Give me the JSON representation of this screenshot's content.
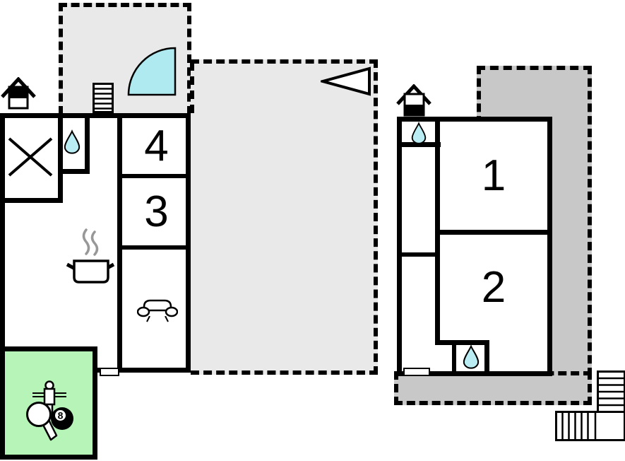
{
  "plan": {
    "left_building": {
      "room_4_label": "4",
      "room_3_label": "3"
    },
    "right_building": {
      "room_1_label": "1",
      "room_2_label": "2"
    },
    "game_room": {
      "ball_label": "8"
    }
  },
  "colors": {
    "wall": "#000000",
    "terrace_light": "#e9e9e9",
    "terrace_dark": "#c8c8c8",
    "game_room_green": "#b7f4b7",
    "water_cyan": "#b9edf3",
    "door_swing_cyan": "#aeeaf0",
    "steam_gray": "#989898"
  },
  "icons": [
    "chimney-icon",
    "ladder-steps-icon",
    "door-swing-icon",
    "north-arrow-icon",
    "water-drop-icon",
    "crossed-table-icon",
    "cooking-pot-icon",
    "sofa-icon",
    "foosball-player-icon",
    "table-tennis-paddle-icon",
    "billiard-ball-icon",
    "staircase-icon",
    "door-opening-marker"
  ]
}
